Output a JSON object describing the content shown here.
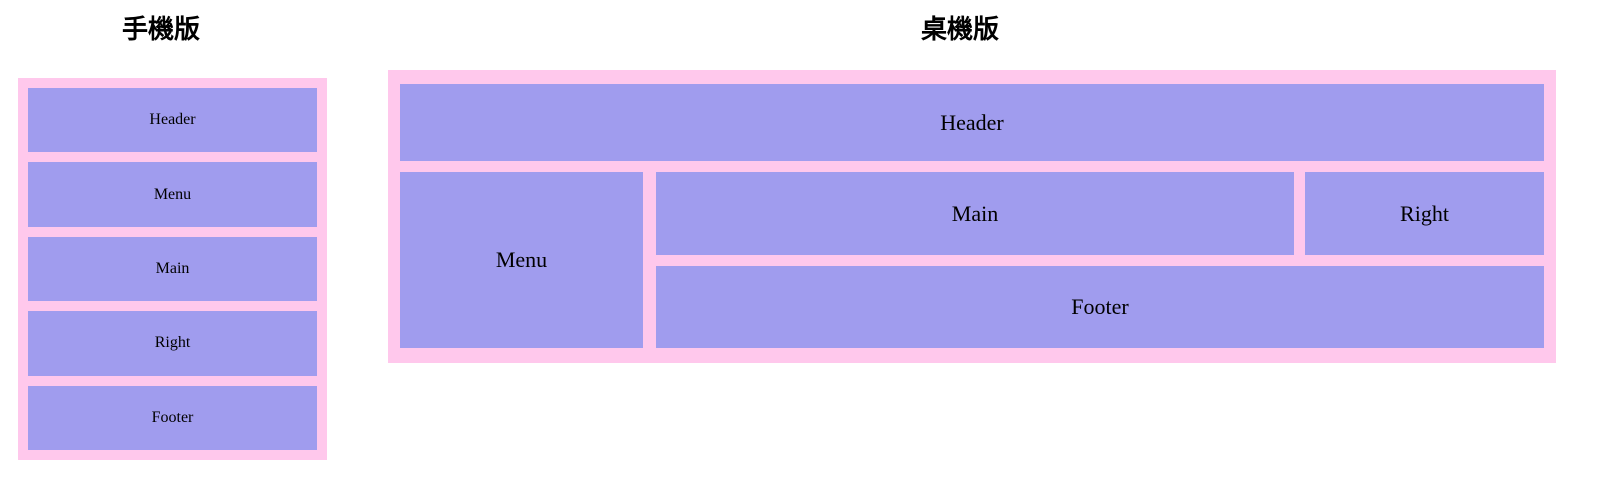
{
  "page": {
    "background_color": "#ffffff",
    "box_color": "#a09cee",
    "frame_color": "#ffc8ec",
    "text_color": "#000000"
  },
  "mobile": {
    "title": "手機版",
    "blocks": [
      {
        "label": "Header"
      },
      {
        "label": "Menu"
      },
      {
        "label": "Main"
      },
      {
        "label": "Right"
      },
      {
        "label": "Footer"
      }
    ]
  },
  "desktop": {
    "title": "桌機版",
    "blocks": {
      "header": "Header",
      "menu": "Menu",
      "main": "Main",
      "right": "Right",
      "footer": "Footer"
    }
  }
}
